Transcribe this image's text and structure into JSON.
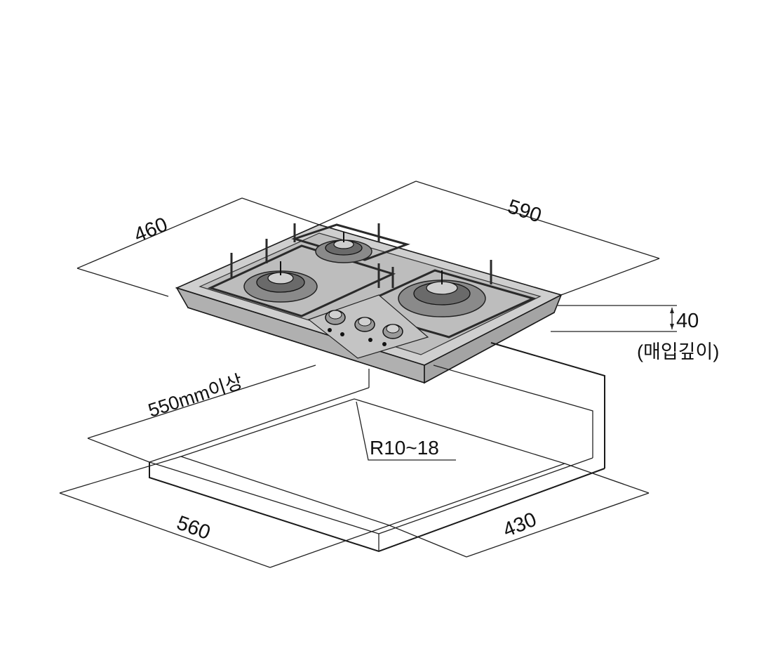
{
  "dimensions": {
    "width_top": "590",
    "depth_top": "460",
    "height": "40",
    "height_note": "(매입깊이)",
    "min_clearance": "550mm이상",
    "corner_radius": "R10~18",
    "cutout_width": "560",
    "cutout_depth": "430"
  },
  "colors": {
    "line": "#222222",
    "hob_face": "#b8b8b8",
    "hob_top": "#cfcfcf",
    "grate": "#2a2a2a"
  },
  "icons": {
    "burner": "gas-burner-icon",
    "knob": "control-knob-icon"
  }
}
